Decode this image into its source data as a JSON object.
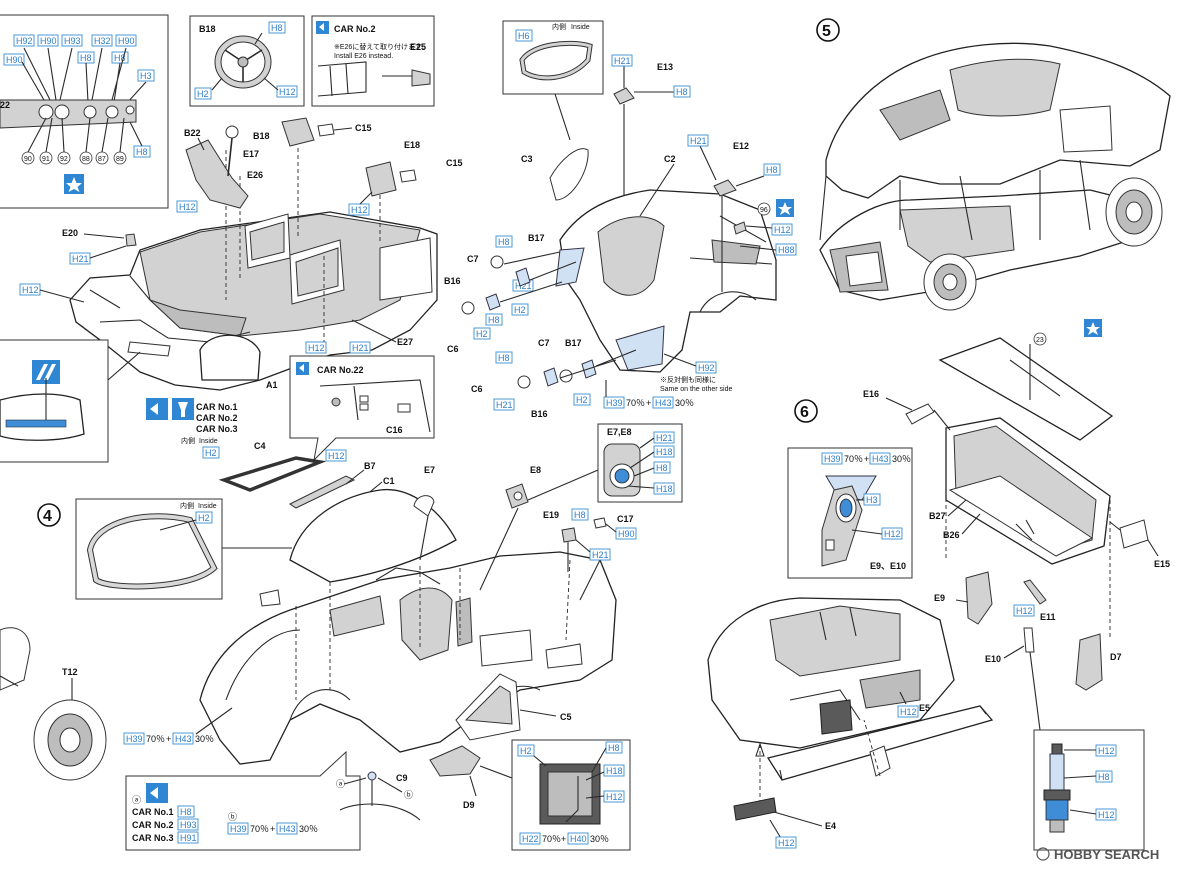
{
  "colors": {
    "paint_code": "#2f7fc8",
    "badge": "#2f87d3",
    "line": "#2a2a2a"
  },
  "dash_panel": {
    "h_codes": [
      "H92",
      "H90",
      "H93",
      "H32",
      "H90",
      "H90",
      "H8",
      "H8",
      "H3",
      "H8"
    ],
    "part_left": "22",
    "gauges": [
      "90",
      "91",
      "92",
      "88",
      "87",
      "89"
    ]
  },
  "wheel": {
    "part": "B18",
    "h_top": "H8",
    "h_left": "H2",
    "h_right": "H12"
  },
  "car2_note": {
    "title": "CAR No.2",
    "jp": "※E26に替えて取り付けます。",
    "en": "Install E26 instead.",
    "part": "E25"
  },
  "interior": {
    "parts": [
      "B22",
      "B18",
      "E17",
      "C15",
      "E18",
      "C15",
      "E26",
      "E20",
      "E27",
      "A1"
    ],
    "h_codes": [
      "H12",
      "H21",
      "H12",
      "H12",
      "H12",
      "H21"
    ]
  },
  "car_badge_note": {
    "cars": [
      "CAR No.1",
      "CAR No.2",
      "CAR No.3"
    ]
  },
  "car22_note": {
    "title": "CAR No.22",
    "part": "C16"
  },
  "step4": {
    "number": "4",
    "window": {
      "jp": "内側",
      "en": "Inside",
      "h": "H2"
    },
    "window2": {
      "part": "C4",
      "jp": "内側",
      "en": "Inside",
      "h": "H2"
    },
    "parts": [
      "B7",
      "C1",
      "E7",
      "E8",
      "E19",
      "C17",
      "C5",
      "D9",
      "T12"
    ],
    "h_codes": [
      "H12",
      "H8",
      "H90",
      "H21"
    ],
    "paint_mix": {
      "a": "H39",
      "pa": "70％",
      "plus": "+",
      "b": "H43",
      "pb": "30％"
    },
    "e7e8": {
      "label": "E7,E8",
      "codes": [
        "H21",
        "H18",
        "H8",
        "H18"
      ]
    },
    "grille": {
      "codes": [
        "H2",
        "H8",
        "H18",
        "H12"
      ],
      "mix_a": "H22",
      "pa": "70％",
      "plus": "+",
      "mix_b": "H40",
      "pb": "30％"
    }
  },
  "c9_note": {
    "part": "C9",
    "marks": [
      "ⓐ",
      "ⓑ"
    ],
    "rows": [
      {
        "car": "CAR No.1",
        "h": "H8"
      },
      {
        "car": "CAR No.2",
        "h": "H93"
      },
      {
        "car": "CAR No.3",
        "h": "H91"
      }
    ],
    "mix": {
      "a": "H39",
      "pa": "70％",
      "plus": "+",
      "b": "H43",
      "pb": "30％"
    }
  },
  "top_center": {
    "c3_inside": {
      "jp": "内側",
      "en": "Inside",
      "h": "H6"
    },
    "parts": [
      "C3",
      "E13",
      "C2",
      "E12",
      "B17",
      "C7",
      "B16",
      "C6",
      "C7",
      "B17",
      "C6",
      "B16"
    ],
    "h_codes": [
      "H21",
      "H8",
      "H21",
      "H8",
      "H12",
      "H88",
      "H8",
      "H21",
      "H8",
      "H2",
      "H2",
      "H8",
      "H21",
      "H2",
      "H92"
    ],
    "other_side_jp": "※反対側も同様に",
    "other_side_en": "Same on the other side",
    "mix": {
      "a": "H39",
      "pa": "70％",
      "plus": "+",
      "b": "H43",
      "pb": "30％"
    },
    "decal": "96"
  },
  "step5": {
    "number": "5"
  },
  "step6": {
    "number": "6",
    "decal": "23",
    "parts": [
      "E16",
      "B27",
      "B26",
      "E15",
      "E9、E10",
      "E9",
      "E11",
      "D7",
      "E10",
      "E5",
      "E4"
    ],
    "mix": {
      "a": "H39",
      "pa": "70％",
      "plus": "+",
      "b": "H43",
      "pb": "30％"
    },
    "h_codes": [
      "H3",
      "H12",
      "H12",
      "H12",
      "H12",
      "H12",
      "H8",
      "H12"
    ]
  },
  "watermark": "HOBBY SEARCH"
}
